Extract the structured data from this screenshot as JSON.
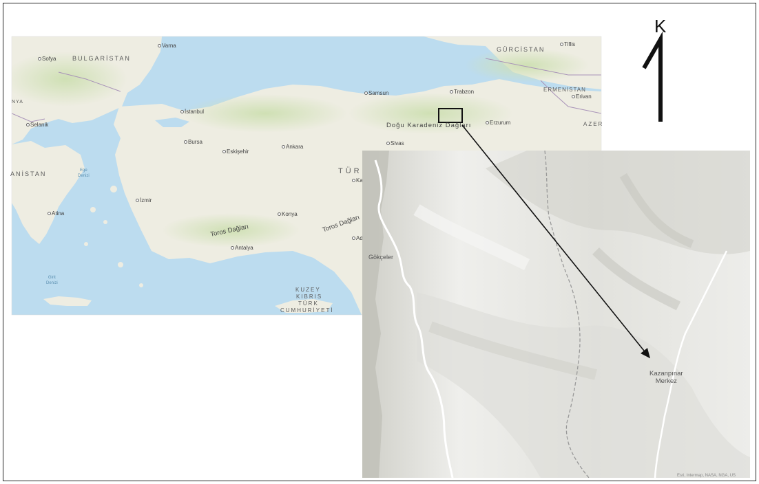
{
  "north_arrow": {
    "label": "K"
  },
  "overview_map": {
    "countries": [
      {
        "name": "BULGARİSTAN"
      },
      {
        "name": "GÜRCİSTAN"
      },
      {
        "name": "ERMENİSTAN"
      },
      {
        "name": "TÜRK"
      },
      {
        "name": "KUZEY"
      },
      {
        "name": "KIBRIS"
      },
      {
        "name": "TÜRK"
      },
      {
        "name": "CUMHURİYETİ"
      },
      {
        "name": "ANİSTAN"
      },
      {
        "name": "AZER"
      },
      {
        "name": "NYA"
      }
    ],
    "cities": [
      "Sofya",
      "Varna",
      "Tiflis",
      "Erivan",
      "Samsun",
      "Trabzon",
      "İstanbul",
      "Selanik",
      "Bursa",
      "Eskişehir",
      "Ankara",
      "Sivas",
      "Erzurum",
      "İzmir",
      "Konya",
      "Atina",
      "Antalya",
      "Kays",
      "Ada"
    ],
    "mountains": [
      "Doğu Karadeniz Dağları",
      "Toros Dağları",
      "Toros Dağları"
    ],
    "seas": [
      {
        "line1": "Ege",
        "line2": "Denizi"
      },
      {
        "line1": "Girit",
        "line2": "Denizi"
      }
    ],
    "colors": {
      "sea": "#bcdcef",
      "land": "#eeede2",
      "vegetation": "#cfe0b4",
      "relief": "#d8d6c6"
    }
  },
  "detail_map": {
    "places": [
      {
        "line1": "Gökçeler",
        "line2": ""
      },
      {
        "line1": "Kazanpınar",
        "line2": "Merkez"
      }
    ],
    "attribution": "Esri, Intermap, NASA, NGA, US"
  }
}
